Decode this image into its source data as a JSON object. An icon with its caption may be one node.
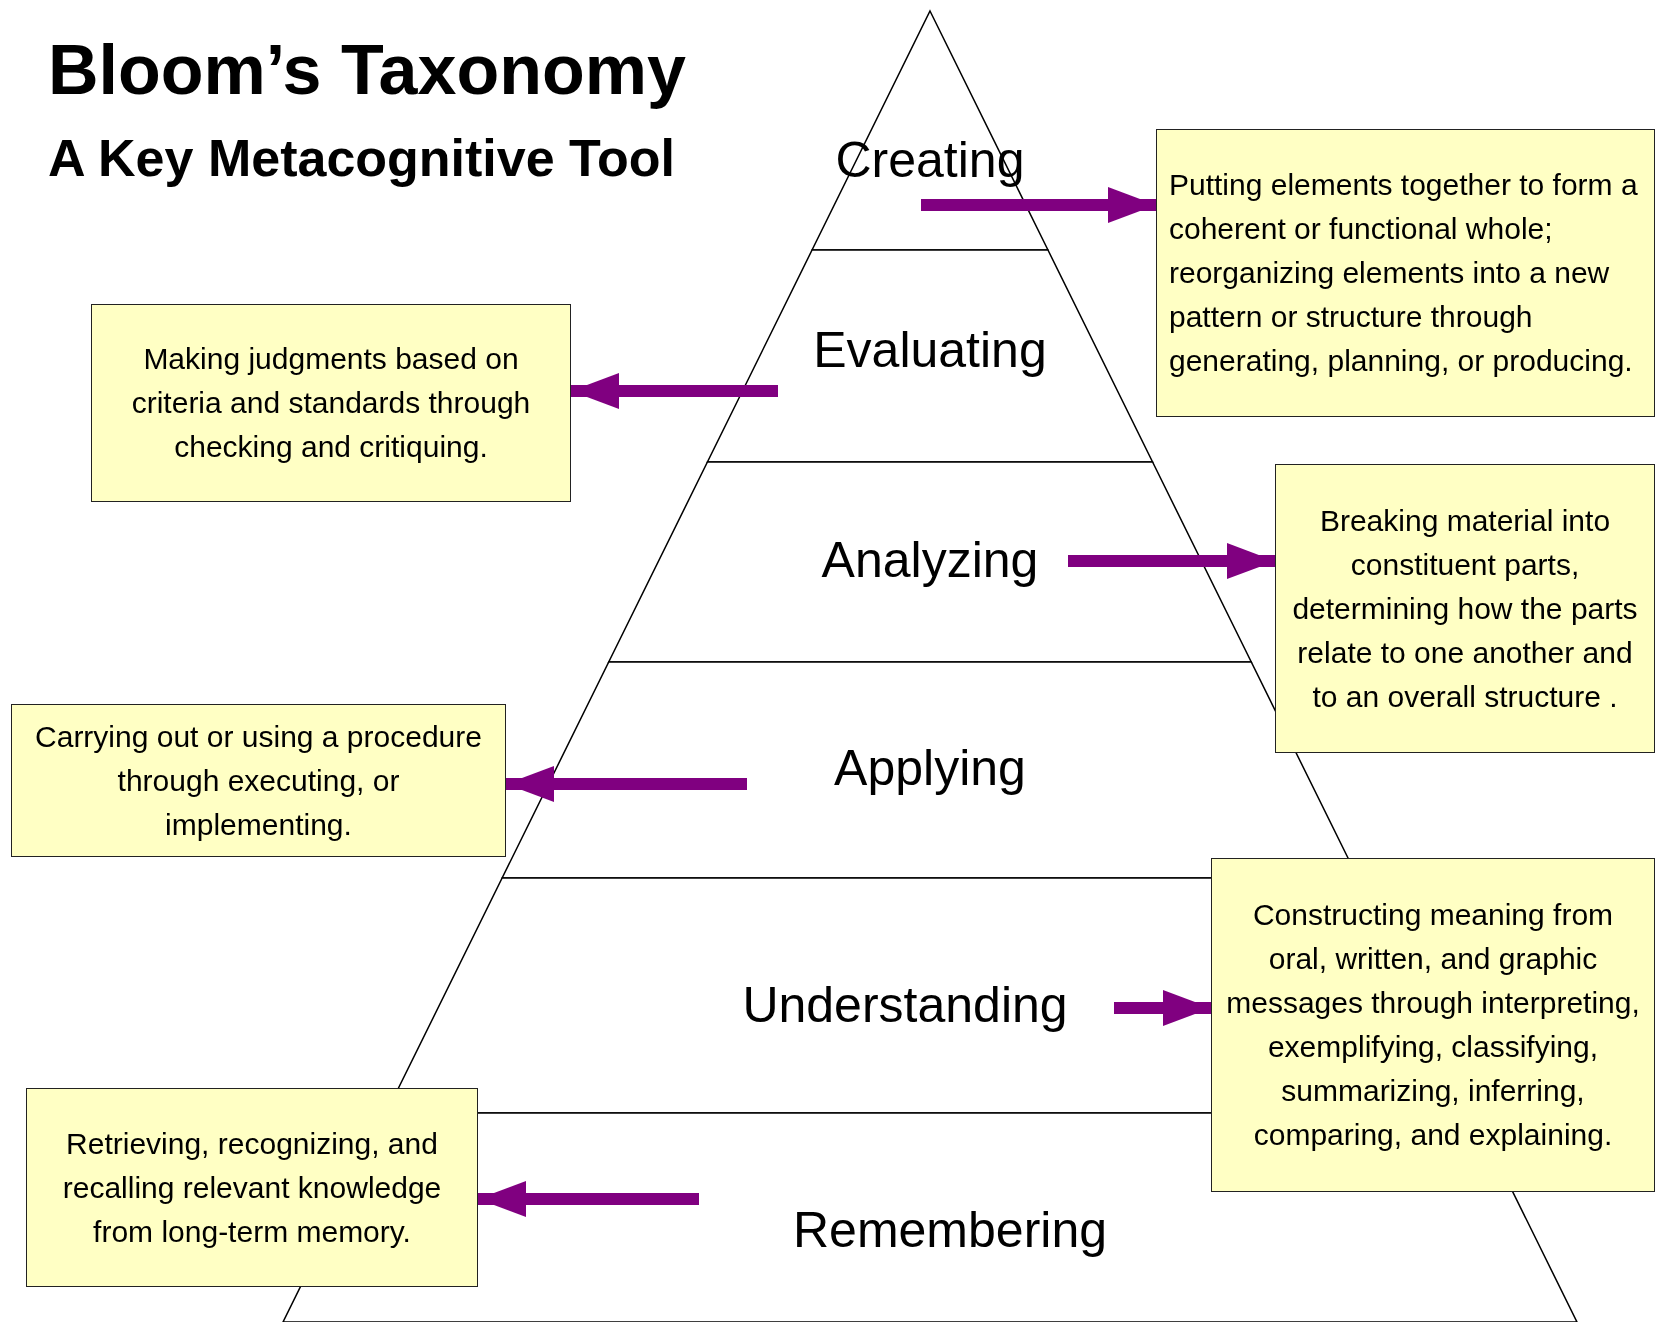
{
  "diagram": {
    "title": "Bloom’s Taxonomy",
    "nodes": [
      {
        "text": [
          "Creating"
        ]
      },
      {
        "text": [
          "Evaluating"
        ]
      },
      {
        "text": [
          "Analyzing"
        ]
      },
      {
        "text": [
          "Applying"
        ]
      },
      {
        "text": [
          "Understanding"
        ]
      },
      {
        "text": [
          "Remembering"
        ]
      },
      {
        "text": [
          "Putting elements together to form a coherent or functional whole; reorganizing elements into a new pattern or structure through generating, planning, or producing."
        ]
      },
      {
        "text": [
          "Making judgments based on criteria and standards through checking and critiquing."
        ]
      },
      {
        "text": [
          "Breaking material into constituent parts, determining how the parts relate to one another and to an overall structure ."
        ]
      },
      {
        "text": [
          "Carrying out or using a procedure through executing, or implementing."
        ]
      },
      {
        "text": [
          "Constructing meaning from oral, written, and graphic messages through interpreting, exemplifying, classifying, summarizing, inferring, comparing, and explaining."
        ]
      },
      {
        "text": [
          "Retrieving, recognizing, and recalling relevant knowledge from long-term memory."
        ]
      }
    ],
    "edges": [
      {
        "from": 0,
        "to": 6,
        "arrow": "to"
      },
      {
        "from": 1,
        "to": 7,
        "arrow": "to"
      },
      {
        "from": 2,
        "to": 8,
        "arrow": "to"
      },
      {
        "from": 3,
        "to": 9,
        "arrow": "to"
      },
      {
        "from": 4,
        "to": 10,
        "arrow": "to"
      },
      {
        "from": 5,
        "to": 11,
        "arrow": "to"
      }
    ],
    "labels": [
      "A Key Metacognitive Tool"
    ]
  }
}
